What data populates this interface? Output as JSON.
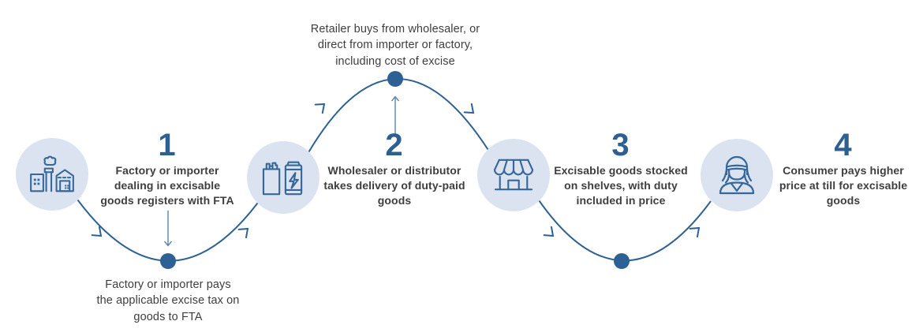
{
  "palette": {
    "line_blue": "#2e6195",
    "dot_blue": "#2d6094",
    "circle_fill": "#dae3ef",
    "number_blue": "#2d5f91",
    "text_dark": "#3e3e40",
    "icon_stroke": "#35679c"
  },
  "steps": [
    {
      "number": "1",
      "icon": "factory-icon",
      "lines": [
        "Factory or importer",
        "dealing in excisable",
        "goods registers with FTA"
      ]
    },
    {
      "number": "2",
      "icon": "excise-goods-icon",
      "lines": [
        "Wholesaler or distributor",
        "takes delivery of duty-paid",
        "goods"
      ]
    },
    {
      "number": "3",
      "icon": "storefront-icon",
      "lines": [
        "Excisable goods stocked",
        "on shelves, with duty",
        "included in price"
      ]
    },
    {
      "number": "4",
      "icon": "consumer-icon",
      "lines": [
        "Consumer pays higher",
        "price at till for excisable",
        "goods"
      ]
    }
  ],
  "annotations": {
    "top": {
      "lines": [
        "Retailer buys from wholesaler, or",
        "direct from importer or factory,",
        "including cost of excise"
      ]
    },
    "bottom": {
      "lines": [
        "Factory or importer pays",
        "the applicable excise tax on",
        "goods to FTA"
      ]
    }
  }
}
